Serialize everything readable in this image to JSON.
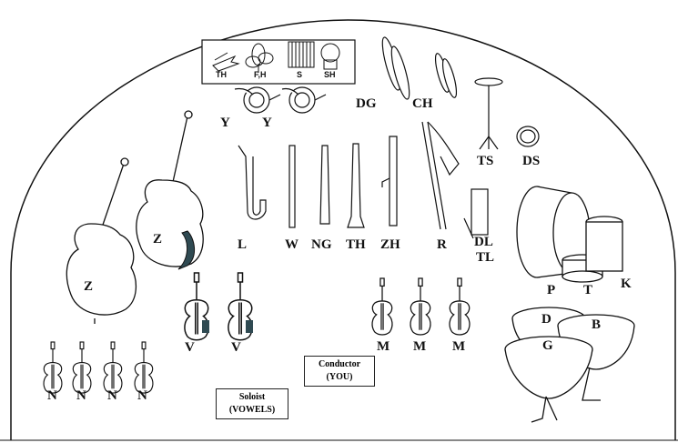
{
  "labels": {
    "th_small": "TH",
    "fh_small": "F,H",
    "s_small": "S",
    "sh_small": "SH",
    "y1": "Y",
    "y2": "Y",
    "dg": "DG",
    "ch": "CH",
    "ts": "TS",
    "ds": "DS",
    "z_upper": "Z",
    "z_lower": "Z",
    "l": "L",
    "w": "W",
    "ng": "NG",
    "th": "TH",
    "zh": "ZH",
    "r": "R",
    "dl": "DL",
    "tl": "TL",
    "p": "P",
    "t": "T",
    "k": "K",
    "v1": "V",
    "v2": "V",
    "m1": "M",
    "m2": "M",
    "m3": "M",
    "d": "D",
    "b": "B",
    "g": "G",
    "n1": "N",
    "n2": "N",
    "n3": "N",
    "n4": "N"
  },
  "conductor": {
    "line1": "Conductor",
    "line2": "(YOU)"
  },
  "soloist": {
    "line1": "Soloist",
    "line2": "(VOWELS)"
  },
  "accent_color": "#2f4a52"
}
